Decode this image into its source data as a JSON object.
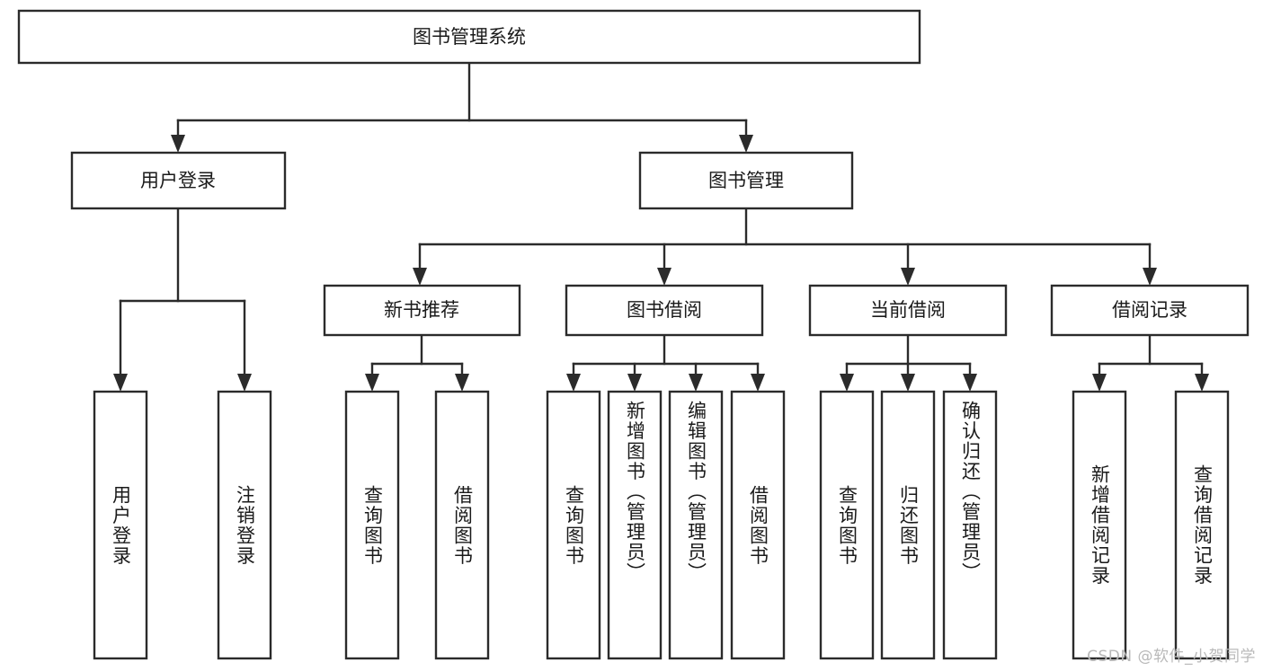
{
  "diagram": {
    "type": "tree",
    "orientation": "top-down",
    "title": "图书管理系统",
    "colors": {
      "stroke": "#2b2b2b",
      "fill": "#ffffff",
      "text": "#1a1a1a",
      "background": "#ffffff",
      "watermark": "#b9b9b9"
    },
    "root": {
      "id": "root",
      "label": "图书管理系统"
    },
    "level2": [
      {
        "id": "user-login",
        "label": "用户登录"
      },
      {
        "id": "book-management",
        "label": "图书管理"
      }
    ],
    "level3": [
      {
        "id": "new-book-recommend",
        "label": "新书推荐",
        "parent": "book-management"
      },
      {
        "id": "book-borrow",
        "label": "图书借阅",
        "parent": "book-management"
      },
      {
        "id": "current-borrow",
        "label": "当前借阅",
        "parent": "book-management"
      },
      {
        "id": "borrow-record",
        "label": "借阅记录",
        "parent": "book-management"
      }
    ],
    "leaves": [
      {
        "id": "leaf-user-login",
        "label": "用户登录",
        "parent": "user-login"
      },
      {
        "id": "leaf-logout-login",
        "label": "注销登录",
        "parent": "user-login"
      },
      {
        "id": "leaf-query-book-1",
        "label": "查询图书",
        "parent": "new-book-recommend"
      },
      {
        "id": "leaf-borrow-book-1",
        "label": "借阅图书",
        "parent": "new-book-recommend"
      },
      {
        "id": "leaf-query-book-2",
        "label": "查询图书",
        "parent": "book-borrow"
      },
      {
        "id": "leaf-add-book",
        "label": "新增图书（管理员）",
        "parent": "book-borrow"
      },
      {
        "id": "leaf-edit-book",
        "label": "编辑图书（管理员）",
        "parent": "book-borrow"
      },
      {
        "id": "leaf-borrow-book-2",
        "label": "借阅图书",
        "parent": "book-borrow"
      },
      {
        "id": "leaf-query-book-3",
        "label": "查询图书",
        "parent": "current-borrow"
      },
      {
        "id": "leaf-return-book",
        "label": "归还图书",
        "parent": "current-borrow"
      },
      {
        "id": "leaf-confirm-return",
        "label": "确认归还（管理员）",
        "parent": "current-borrow"
      },
      {
        "id": "leaf-add-borrow-record",
        "label": "新增借阅记录",
        "parent": "borrow-record"
      },
      {
        "id": "leaf-query-borrow-record",
        "label": "查询借阅记录",
        "parent": "borrow-record"
      }
    ]
  },
  "watermark": {
    "text": "CSDN @软件_小贺同学"
  }
}
